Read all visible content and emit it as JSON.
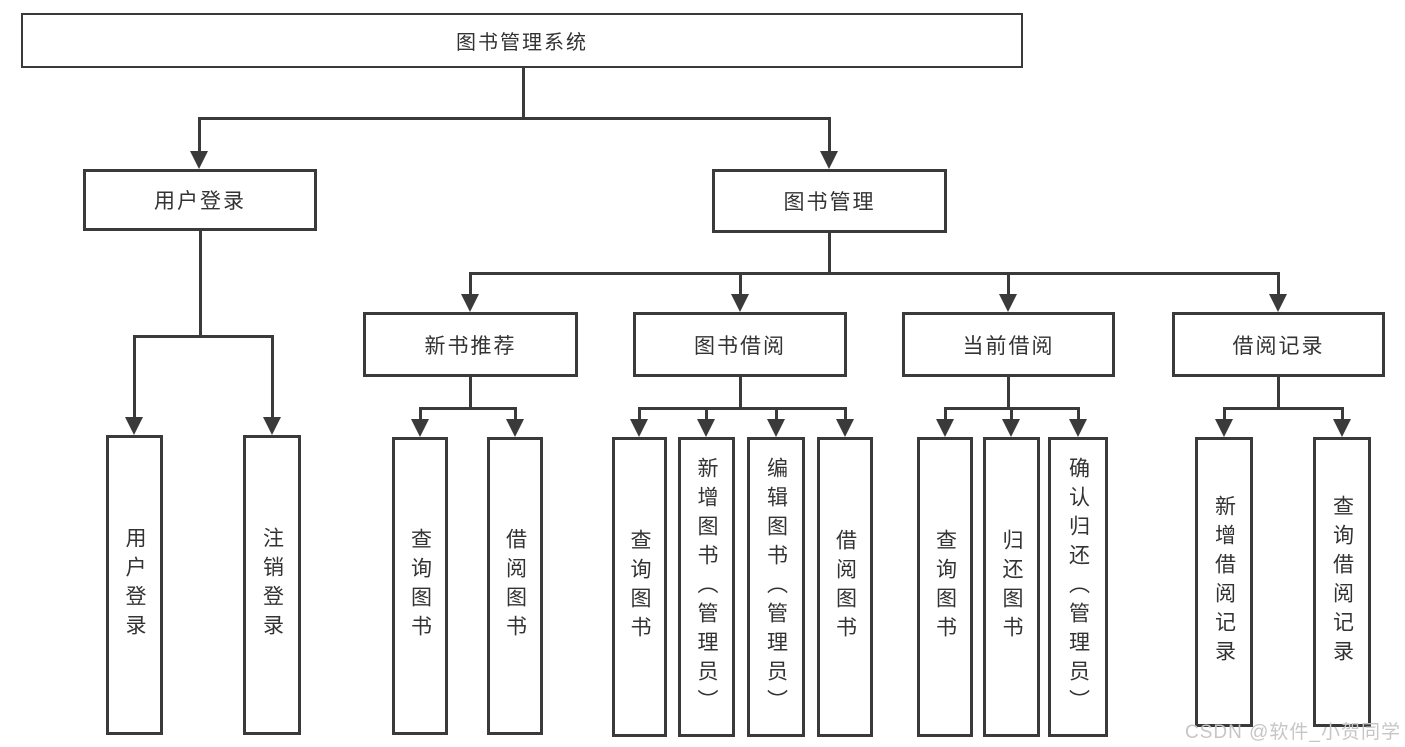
{
  "colors": {
    "line": "#3a3a3a",
    "text": "#333333",
    "watermark": "#c6c6c6",
    "background": "#ffffff"
  },
  "watermark": {
    "text": "CSDN @软件_小贺同学"
  },
  "nodes": {
    "root": {
      "label": "图书管理系统"
    },
    "user": {
      "label": "用户登录",
      "children": [
        {
          "label": "用户登录"
        },
        {
          "label": "注销登录"
        }
      ]
    },
    "book": {
      "label": "图书管理",
      "children": [
        {
          "label": "新书推荐",
          "children": [
            {
              "label": "查询图书"
            },
            {
              "label": "借阅图书"
            }
          ]
        },
        {
          "label": "图书借阅",
          "children": [
            {
              "label": "查询图书"
            },
            {
              "label": "新增图书（管理员）"
            },
            {
              "label": "编辑图书（管理员）"
            },
            {
              "label": "借阅图书"
            }
          ]
        },
        {
          "label": "当前借阅",
          "children": [
            {
              "label": "查询图书"
            },
            {
              "label": "归还图书"
            },
            {
              "label": "确认归还（管理员）"
            }
          ]
        },
        {
          "label": "借阅记录",
          "children": [
            {
              "label": "新增借阅记录"
            },
            {
              "label": "查询借阅记录"
            }
          ]
        }
      ]
    }
  }
}
